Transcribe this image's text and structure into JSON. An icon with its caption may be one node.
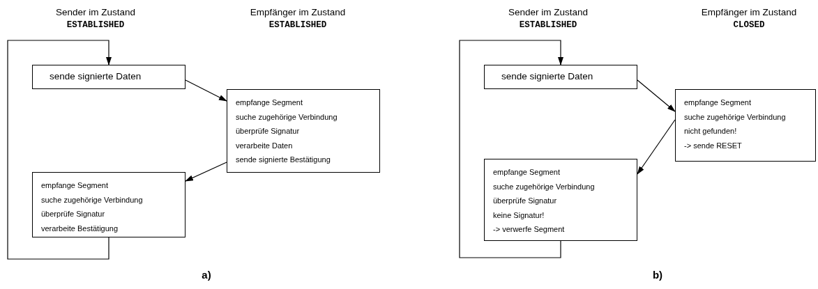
{
  "diagram": {
    "nodes": [
      {
        "text": [
          "sende signierte Daten"
        ]
      },
      {
        "text": [
          "empfange Segment",
          "suche zugehörige Verbindung",
          "überprüfe Signatur",
          "verarbeite Daten",
          "sende signierte Bestätigung"
        ]
      },
      {
        "text": [
          "empfange Segment",
          "suche zugehörige Verbindung",
          "überprüfe Signatur",
          "verarbeite Bestätigung"
        ]
      },
      {
        "text": [
          "sende signierte Daten"
        ]
      },
      {
        "text": [
          "empfange Segment",
          "suche zugehörige Verbindung",
          "nicht gefunden!",
          "-> sende RESET"
        ]
      },
      {
        "text": [
          "empfange Segment",
          "suche zugehörige Verbindung",
          "überprüfe Signatur",
          "keine Signatur!",
          "-> verwerfe Segment"
        ]
      }
    ],
    "edges": [
      {
        "from": 0,
        "to": 1,
        "arrow": "to"
      },
      {
        "from": 1,
        "to": 2,
        "arrow": "to"
      },
      {
        "from": 2,
        "to": 0,
        "arrow": "to"
      },
      {
        "from": 3,
        "to": 4,
        "arrow": "to"
      },
      {
        "from": 4,
        "to": 5,
        "arrow": "to"
      },
      {
        "from": 5,
        "to": 3,
        "arrow": "to"
      }
    ],
    "labels": [
      "Sender im Zustand",
      "ESTABLISHED",
      "Empfänger im Zustand",
      "ESTABLISHED",
      "Sender im Zustand",
      "ESTABLISHED",
      "Empfänger im Zustand",
      "CLOSED",
      "a)",
      "b)"
    ]
  }
}
